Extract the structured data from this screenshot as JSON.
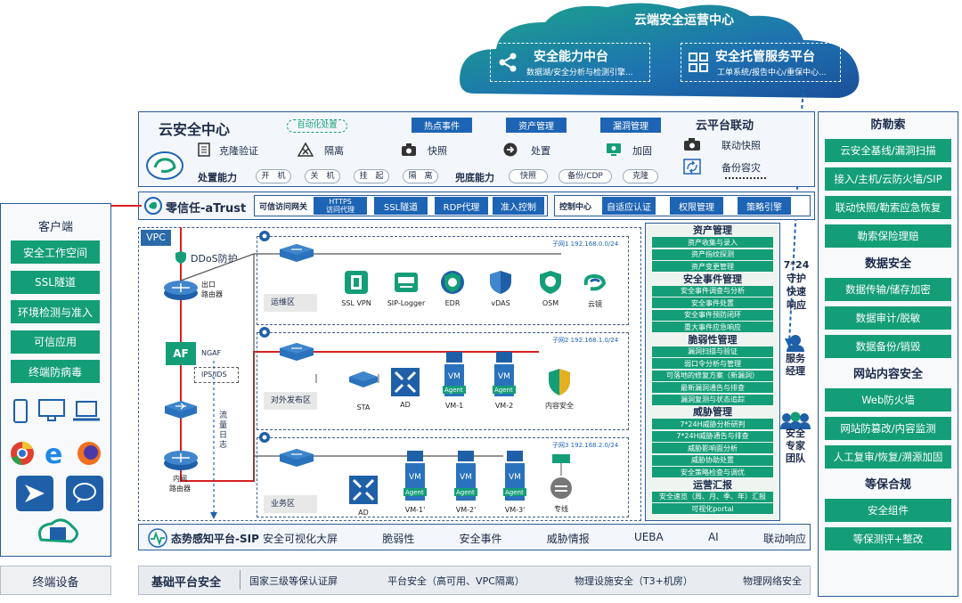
{
  "cloud": {
    "title": "云端安全运营中心",
    "capability": {
      "title": "安全能力中台",
      "sub": "数据湖/安全分析与检测引擎..."
    },
    "managed": {
      "title": "安全托管服务平台",
      "sub": "工单系统/报告中心/重保中心..."
    }
  },
  "cloud_center": {
    "title": "云安全中心",
    "auto_tag": "自动化处置",
    "tabs": [
      "热点事件",
      "资产管理",
      "漏洞管理"
    ],
    "actions": [
      "克隆验证",
      "隔离",
      "快照",
      "处置",
      "加固"
    ],
    "dispose_label": "处置能力",
    "dispose_pills": [
      "开　机",
      "关　机",
      "挂　起",
      "隔　离"
    ],
    "fallback_label": "兜底能力",
    "fallback_pills": [
      "快照",
      "备份/CDP",
      "克隆"
    ]
  },
  "platform_link": {
    "title": "云平台联动",
    "items": [
      "联动快照",
      "备份容灾"
    ]
  },
  "ransomware": {
    "sections": [
      {
        "title": "防勒索",
        "items": [
          "云安全基线/漏洞扫描",
          "接入/主机/云防火墙/SIP",
          "联动快照/勒索应急恢复",
          "勒索保险理赔"
        ]
      },
      {
        "title": "数据安全",
        "items": [
          "数据传输/储存加密",
          "数据审计/脱敏",
          "数据备份/销毁"
        ]
      },
      {
        "title": "网站内容安全",
        "items": [
          "Web防火墙",
          "网站防篡改/内容监测",
          "人工复审/恢复/溯源加固"
        ]
      },
      {
        "title": "等保合规",
        "items": [
          "安全组件",
          "等保测评+整改"
        ]
      }
    ]
  },
  "client": {
    "title": "客户端",
    "items": [
      "安全工作空间",
      "SSL隧道",
      "环境检测与准入",
      "可信应用",
      "终端防病毒"
    ],
    "footer": "终端设备"
  },
  "zero_trust": {
    "title": "零信任-aTrust",
    "gateway_label": "可信访问网关",
    "gateway_items": [
      "HTTPS\n访问代理",
      "SSL隧道",
      "RDP代理",
      "准入控制"
    ],
    "control_label": "控制中心",
    "control_items": [
      "自适应认证",
      "权限管理",
      "策略引擎"
    ]
  },
  "vpc": {
    "label": "VPC",
    "ddos": "DDoS防护",
    "exit_router": "出口\n路由器",
    "inner_router": "内网\n路由器",
    "ngaf": "NGAF",
    "ipsids": "IPS/IDS",
    "af": "AF",
    "flow_log": "流\n量\n日\n志",
    "subnets": [
      {
        "name": "子网1  192.168.0.0/24",
        "zone": "运维区",
        "items": [
          "SSL VPN",
          "SIP-Logger",
          "EDR",
          "vDAS",
          "OSM",
          "云镜"
        ]
      },
      {
        "name": "子网2  192.168.1.0/24",
        "zone": "对外发布区",
        "items": [
          "STA",
          "AD",
          "VM-1",
          "VM-2",
          "内容安全"
        ]
      },
      {
        "name": "子网3  192.168.2.0/24",
        "zone": "业务区",
        "items": [
          "AD",
          "VM-1'",
          "VM-2'",
          "VM-3'",
          "专线"
        ]
      }
    ],
    "agent": "Agent",
    "vm": "VM"
  },
  "services": {
    "groups": [
      {
        "title": "资产管理",
        "items": [
          "资产收集与录入",
          "资产指纹探测",
          "资产变更管理"
        ]
      },
      {
        "title": "安全事件管理",
        "items": [
          "安全事件调查与分析",
          "安全事件处置",
          "安全事件预防闭环",
          "重大事件应急响应"
        ]
      },
      {
        "title": "脆弱性管理",
        "items": [
          "漏洞扫描与验证",
          "弱口令分析与管理",
          "可落地的修复方案（新漏洞）",
          "最新漏洞通告与排查",
          "漏洞复测与状态追踪"
        ]
      },
      {
        "title": "威胁管理",
        "items": [
          "7*24H威胁分析研判",
          "7*24H威胁通告与排查",
          "威胁影响面分析",
          "威胁协助处置",
          "安全策略检查与调优"
        ]
      },
      {
        "title": "运营汇报",
        "items": [
          "安全速览（周、月、季、年）汇报",
          "可视化portal"
        ]
      }
    ],
    "side_247": "7*24\n守护\n快速\n响应",
    "side_manager": "服务\n经理",
    "side_team": "安全\n专家\n团队"
  },
  "sip": {
    "title": "态势感知平台-SIP",
    "items": [
      "安全可视化大屏",
      "脆弱性",
      "安全事件",
      "威胁情报",
      "UEBA",
      "AI",
      "联动响应"
    ]
  },
  "base": {
    "title": "基础平台安全",
    "items": [
      "国家三级等保认证屏",
      "平台安全（高可用、VPC隔离）",
      "物理设施安全（T3+机房）",
      "物理网络安全"
    ]
  },
  "colors": {
    "blue": "#1e64b4",
    "green": "#149e78",
    "dark": "#1a2a4a"
  }
}
